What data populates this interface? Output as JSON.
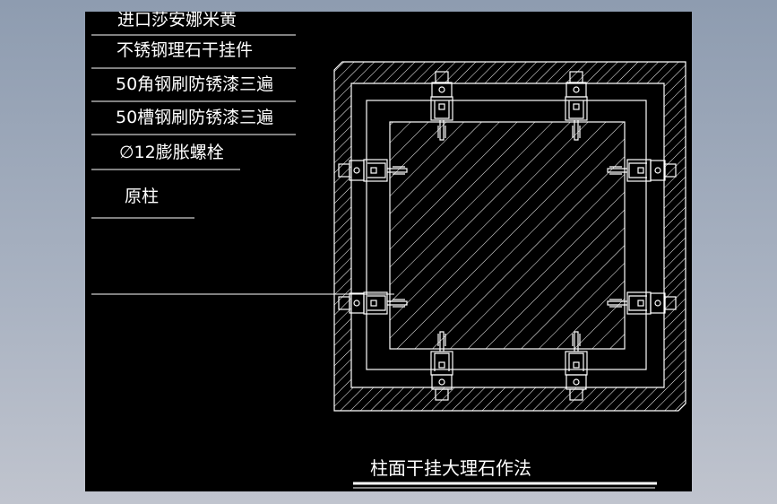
{
  "labels": [
    {
      "text": "进口莎安娜米黄"
    },
    {
      "text": "不锈钢理石干挂件"
    },
    {
      "text": "50角钢刷防锈漆三遍"
    },
    {
      "text": "50槽钢刷防锈漆三遍"
    },
    {
      "text": "∅12膨胀螺栓"
    },
    {
      "text": "原柱"
    }
  ],
  "title": "柱面干挂大理石作法",
  "colors": {
    "line": "#ffffff",
    "canvas": "#000000"
  }
}
